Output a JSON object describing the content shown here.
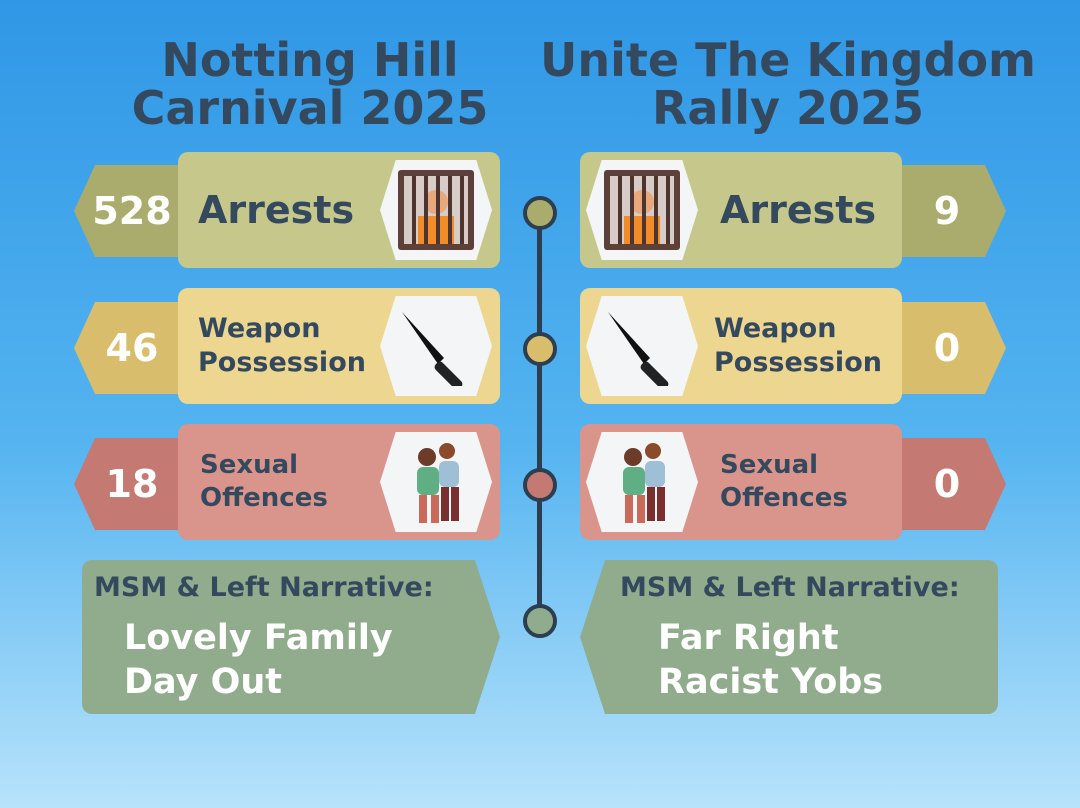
{
  "left": {
    "title_line1": "Notting Hill",
    "title_line2": "Carnival 2025",
    "arrests": "528",
    "weapons": "46",
    "sexual": "18",
    "narrative_head": "MSM & Left Narrative:",
    "narrative_line1": "Lovely Family",
    "narrative_line2": "Day Out"
  },
  "right": {
    "title_line1": "Unite The Kingdom",
    "title_line2": "Rally 2025",
    "arrests": "9",
    "weapons": "0",
    "sexual": "0",
    "narrative_head": "MSM & Left Narrative:",
    "narrative_line1": "Far Right",
    "narrative_line2": "Racist Yobs"
  },
  "labels": {
    "arrests": "Arrests",
    "weapon_line1": "Weapon",
    "weapon_line2": "Possession",
    "sexual_line1": "Sexual",
    "sexual_line2": "Offences"
  },
  "colors": {
    "arrests": "#a9ac6c",
    "arrests_light": "#c5c88a",
    "weapons": "#d8be6c",
    "weapons_light": "#ecd690",
    "sexual": "#c47a72",
    "sexual_light": "#d9958b",
    "narrative": "#90ac8d"
  },
  "icons": {
    "arrests": "jail-icon",
    "weapons": "knife-icon",
    "sexual": "assault-icon"
  }
}
